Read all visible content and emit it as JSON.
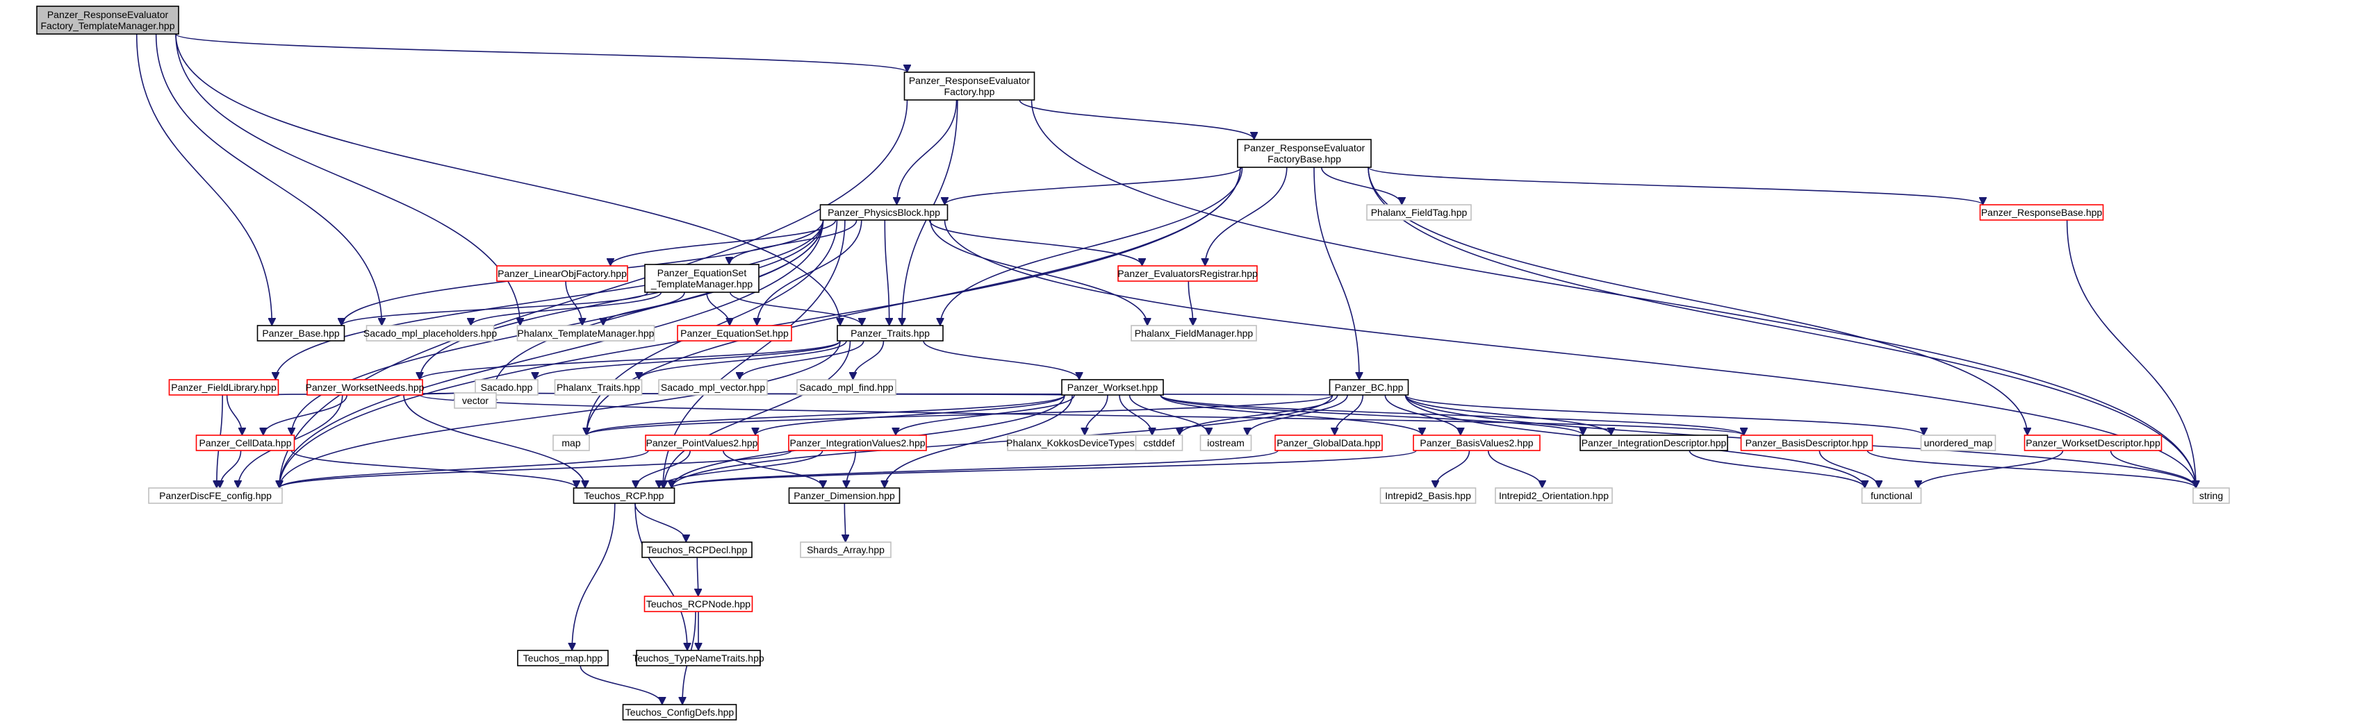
{
  "colors": {
    "edge": "#191970",
    "root_fill": "#bfbfbf",
    "border_documented": "#000000",
    "border_truncated": "#ff0000",
    "border_external": "#bfbfbf",
    "text_external": "#000000"
  },
  "nodes": [
    {
      "id": "root",
      "lines": [
        "Panzer_ResponseEvaluator",
        "Factory_TemplateManager.hpp"
      ],
      "kind": "root"
    },
    {
      "id": "ref",
      "lines": [
        "Panzer_ResponseEvaluator",
        "Factory.hpp"
      ],
      "kind": "documented"
    },
    {
      "id": "refb",
      "lines": [
        "Panzer_ResponseEvaluator",
        "FactoryBase.hpp"
      ],
      "kind": "documented"
    },
    {
      "id": "pb",
      "lines": [
        "Panzer_PhysicsBlock.hpp"
      ],
      "kind": "documented"
    },
    {
      "id": "ft",
      "lines": [
        "Phalanx_FieldTag.hpp"
      ],
      "kind": "external"
    },
    {
      "id": "rb",
      "lines": [
        "Panzer_ResponseBase.hpp"
      ],
      "kind": "truncated"
    },
    {
      "id": "lof",
      "lines": [
        "Panzer_LinearObjFactory.hpp"
      ],
      "kind": "truncated"
    },
    {
      "id": "estm",
      "lines": [
        "Panzer_EquationSet",
        "_TemplateManager.hpp"
      ],
      "kind": "documented"
    },
    {
      "id": "er",
      "lines": [
        "Panzer_EvaluatorsRegistrar.hpp"
      ],
      "kind": "truncated"
    },
    {
      "id": "base",
      "lines": [
        "Panzer_Base.hpp"
      ],
      "kind": "documented"
    },
    {
      "id": "smp",
      "lines": [
        "Sacado_mpl_placeholders.hpp"
      ],
      "kind": "external"
    },
    {
      "id": "ptm",
      "lines": [
        "Phalanx_TemplateManager.hpp"
      ],
      "kind": "external"
    },
    {
      "id": "es",
      "lines": [
        "Panzer_EquationSet.hpp"
      ],
      "kind": "truncated"
    },
    {
      "id": "traits",
      "lines": [
        "Panzer_Traits.hpp"
      ],
      "kind": "documented"
    },
    {
      "id": "fm",
      "lines": [
        "Phalanx_FieldManager.hpp"
      ],
      "kind": "external"
    },
    {
      "id": "fl",
      "lines": [
        "Panzer_FieldLibrary.hpp"
      ],
      "kind": "truncated"
    },
    {
      "id": "wn",
      "lines": [
        "Panzer_WorksetNeeds.hpp"
      ],
      "kind": "truncated"
    },
    {
      "id": "sacado",
      "lines": [
        "Sacado.hpp"
      ],
      "kind": "external"
    },
    {
      "id": "ptr",
      "lines": [
        "Phalanx_Traits.hpp"
      ],
      "kind": "external"
    },
    {
      "id": "smv",
      "lines": [
        "Sacado_mpl_vector.hpp"
      ],
      "kind": "external"
    },
    {
      "id": "smf",
      "lines": [
        "Sacado_mpl_find.hpp"
      ],
      "kind": "external"
    },
    {
      "id": "ws",
      "lines": [
        "Panzer_Workset.hpp"
      ],
      "kind": "documented"
    },
    {
      "id": "bc",
      "lines": [
        "Panzer_BC.hpp"
      ],
      "kind": "documented"
    },
    {
      "id": "vector",
      "lines": [
        "vector"
      ],
      "kind": "external"
    },
    {
      "id": "map",
      "lines": [
        "map"
      ],
      "kind": "external"
    },
    {
      "id": "cd",
      "lines": [
        "Panzer_CellData.hpp"
      ],
      "kind": "truncated"
    },
    {
      "id": "pv2",
      "lines": [
        "Panzer_PointValues2.hpp"
      ],
      "kind": "truncated"
    },
    {
      "id": "iv2",
      "lines": [
        "Panzer_IntegrationValues2.hpp"
      ],
      "kind": "truncated"
    },
    {
      "id": "kdt",
      "lines": [
        "Phalanx_KokkosDeviceTypes.hpp"
      ],
      "kind": "external"
    },
    {
      "id": "cstddef",
      "lines": [
        "cstddef"
      ],
      "kind": "external"
    },
    {
      "id": "iostream",
      "lines": [
        "iostream"
      ],
      "kind": "external"
    },
    {
      "id": "gd",
      "lines": [
        "Panzer_GlobalData.hpp"
      ],
      "kind": "truncated"
    },
    {
      "id": "bv2",
      "lines": [
        "Panzer_BasisValues2.hpp"
      ],
      "kind": "truncated"
    },
    {
      "id": "id",
      "lines": [
        "Panzer_IntegrationDescriptor.hpp"
      ],
      "kind": "documented"
    },
    {
      "id": "bd",
      "lines": [
        "Panzer_BasisDescriptor.hpp"
      ],
      "kind": "truncated"
    },
    {
      "id": "umap",
      "lines": [
        "unordered_map"
      ],
      "kind": "external"
    },
    {
      "id": "wd",
      "lines": [
        "Panzer_WorksetDescriptor.hpp"
      ],
      "kind": "truncated"
    },
    {
      "id": "pdfe",
      "lines": [
        "PanzerDiscFE_config.hpp"
      ],
      "kind": "external"
    },
    {
      "id": "rcp",
      "lines": [
        "Teuchos_RCP.hpp"
      ],
      "kind": "documented"
    },
    {
      "id": "dim",
      "lines": [
        "Panzer_Dimension.hpp"
      ],
      "kind": "documented"
    },
    {
      "id": "i2b",
      "lines": [
        "Intrepid2_Basis.hpp"
      ],
      "kind": "external"
    },
    {
      "id": "i2o",
      "lines": [
        "Intrepid2_Orientation.hpp"
      ],
      "kind": "external"
    },
    {
      "id": "functional",
      "lines": [
        "functional"
      ],
      "kind": "external"
    },
    {
      "id": "string",
      "lines": [
        "string"
      ],
      "kind": "external"
    },
    {
      "id": "rcpdecl",
      "lines": [
        "Teuchos_RCPDecl.hpp"
      ],
      "kind": "documented"
    },
    {
      "id": "shards",
      "lines": [
        "Shards_Array.hpp"
      ],
      "kind": "external"
    },
    {
      "id": "rcpnode",
      "lines": [
        "Teuchos_RCPNode.hpp"
      ],
      "kind": "truncated"
    },
    {
      "id": "tmap",
      "lines": [
        "Teuchos_map.hpp"
      ],
      "kind": "documented"
    },
    {
      "id": "tnt",
      "lines": [
        "Teuchos_TypeNameTraits.hpp"
      ],
      "kind": "documented"
    },
    {
      "id": "cfg",
      "lines": [
        "Teuchos_ConfigDefs.hpp"
      ],
      "kind": "documented"
    }
  ],
  "edges": [
    [
      "root",
      "ref"
    ],
    [
      "root",
      "base"
    ],
    [
      "root",
      "smp"
    ],
    [
      "root",
      "ptm"
    ],
    [
      "root",
      "traits"
    ],
    [
      "ref",
      "refb"
    ],
    [
      "ref",
      "pb"
    ],
    [
      "ref",
      "traits"
    ],
    [
      "ref",
      "pdfe"
    ],
    [
      "ref",
      "string"
    ],
    [
      "refb",
      "pb"
    ],
    [
      "refb",
      "ft"
    ],
    [
      "refb",
      "rb"
    ],
    [
      "refb",
      "er"
    ],
    [
      "refb",
      "traits"
    ],
    [
      "refb",
      "bc"
    ],
    [
      "refb",
      "wd"
    ],
    [
      "refb",
      "string"
    ],
    [
      "refb",
      "pdfe"
    ],
    [
      "refb",
      "map"
    ],
    [
      "pb",
      "lof"
    ],
    [
      "pb",
      "estm"
    ],
    [
      "pb",
      "er"
    ],
    [
      "pb",
      "base"
    ],
    [
      "pb",
      "es"
    ],
    [
      "pb",
      "traits"
    ],
    [
      "pb",
      "fm"
    ],
    [
      "pb",
      "fl"
    ],
    [
      "pb",
      "cd"
    ],
    [
      "pb",
      "vector"
    ],
    [
      "pb",
      "map"
    ],
    [
      "pb",
      "rcp"
    ],
    [
      "pb",
      "string"
    ],
    [
      "pb",
      "pdfe"
    ],
    [
      "pb",
      "wn"
    ],
    [
      "estm",
      "base"
    ],
    [
      "estm",
      "smp"
    ],
    [
      "estm",
      "ptm"
    ],
    [
      "estm",
      "es"
    ],
    [
      "estm",
      "traits"
    ],
    [
      "lof",
      "ptm"
    ],
    [
      "er",
      "fm"
    ],
    [
      "rb",
      "string"
    ],
    [
      "traits",
      "sacado"
    ],
    [
      "traits",
      "ptr"
    ],
    [
      "traits",
      "smv"
    ],
    [
      "traits",
      "smf"
    ],
    [
      "traits",
      "ws"
    ],
    [
      "traits",
      "wn"
    ],
    [
      "traits",
      "pdfe"
    ],
    [
      "traits",
      "rcp"
    ],
    [
      "fl",
      "vector"
    ],
    [
      "fl",
      "pdfe"
    ],
    [
      "fl",
      "cd"
    ],
    [
      "wn",
      "vector"
    ],
    [
      "wn",
      "cd"
    ],
    [
      "wn",
      "pdfe"
    ],
    [
      "wn",
      "rcp"
    ],
    [
      "wn",
      "bd"
    ],
    [
      "cd",
      "pdfe"
    ],
    [
      "cd",
      "rcp"
    ],
    [
      "ws",
      "vector"
    ],
    [
      "ws",
      "map"
    ],
    [
      "ws",
      "pv2"
    ],
    [
      "ws",
      "iv2"
    ],
    [
      "ws",
      "kdt"
    ],
    [
      "ws",
      "cstddef"
    ],
    [
      "ws",
      "iostream"
    ],
    [
      "ws",
      "bv2"
    ],
    [
      "ws",
      "id"
    ],
    [
      "ws",
      "bd"
    ],
    [
      "ws",
      "dim"
    ],
    [
      "ws",
      "rcp"
    ],
    [
      "bc",
      "vector"
    ],
    [
      "bc",
      "cstddef"
    ],
    [
      "bc",
      "iostream"
    ],
    [
      "bc",
      "gd"
    ],
    [
      "bc",
      "bv2"
    ],
    [
      "bc",
      "id"
    ],
    [
      "bc",
      "umap"
    ],
    [
      "bc",
      "functional"
    ],
    [
      "bc",
      "string"
    ],
    [
      "bc",
      "rcp"
    ],
    [
      "bc",
      "map"
    ],
    [
      "pv2",
      "pdfe"
    ],
    [
      "pv2",
      "rcp"
    ],
    [
      "pv2",
      "dim"
    ],
    [
      "iv2",
      "rcp"
    ],
    [
      "iv2",
      "dim"
    ],
    [
      "iv2",
      "pdfe"
    ],
    [
      "gd",
      "rcp"
    ],
    [
      "bv2",
      "rcp"
    ],
    [
      "bv2",
      "i2b"
    ],
    [
      "bv2",
      "i2o"
    ],
    [
      "id",
      "functional"
    ],
    [
      "bd",
      "functional"
    ],
    [
      "bd",
      "string"
    ],
    [
      "wd",
      "functional"
    ],
    [
      "wd",
      "string"
    ],
    [
      "dim",
      "shards"
    ],
    [
      "rcp",
      "rcpdecl"
    ],
    [
      "rcp",
      "tmap"
    ],
    [
      "rcp",
      "tnt"
    ],
    [
      "rcpdecl",
      "rcpnode"
    ],
    [
      "rcpnode",
      "tnt"
    ],
    [
      "rcpnode",
      "cfg"
    ],
    [
      "tmap",
      "cfg"
    ]
  ]
}
